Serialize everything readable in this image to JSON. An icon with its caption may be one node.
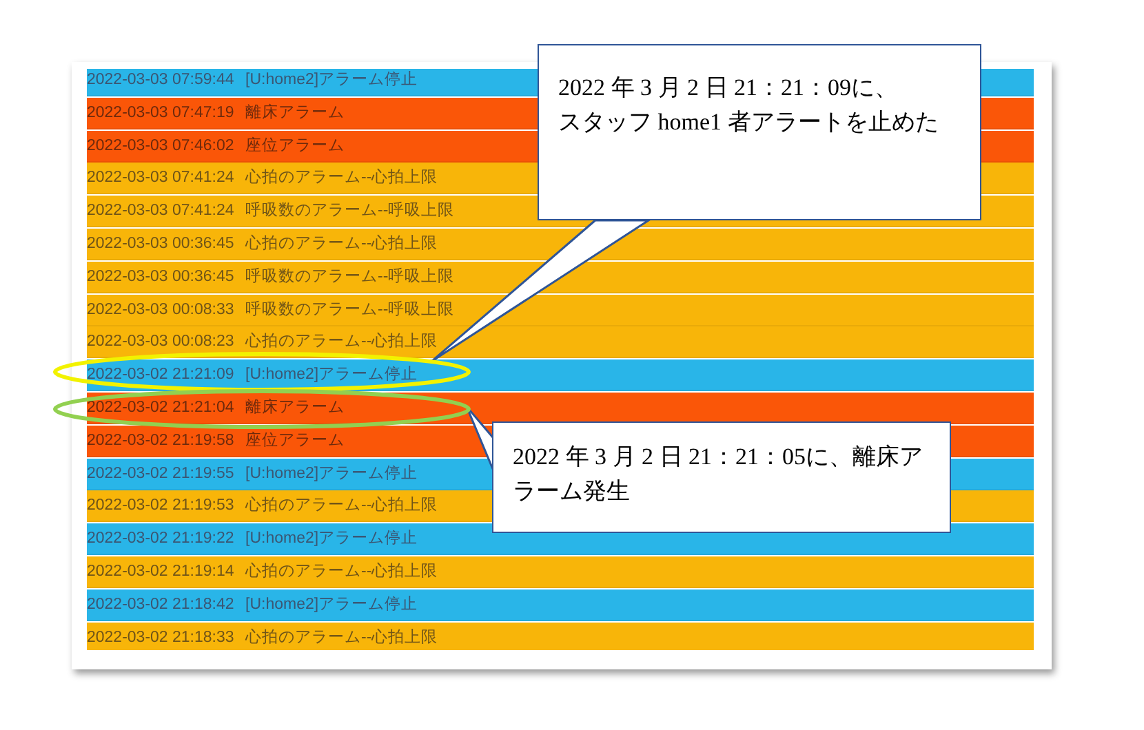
{
  "diagram": {
    "nodes": [
      {
        "text": [
          "2022 年 3 月 2 日 21：21：09に、",
          "スタッフ home1 者アラートを止めた"
        ]
      },
      {
        "text": [],
        "shape": "ellipse"
      },
      {
        "text": [],
        "shape": "ellipse"
      },
      {
        "text": [
          "2022 年 3 月 2 日 21：21：05に、離床アラーム発生"
        ]
      }
    ],
    "edges": [
      {
        "from": 0,
        "to": 1,
        "arrow": "none"
      },
      {
        "from": 3,
        "to": 2,
        "arrow": "none"
      }
    ],
    "labels": [
      "2022-03-03 07:59:44",
      "[U:home2]アラーム停止",
      "2022-03-03 07:47:19",
      "離床アラーム",
      "2022-03-03 07:46:02",
      "座位アラーム",
      "2022-03-03 07:41:24",
      "心拍のアラーム--心拍上限",
      "2022-03-03 07:41:24",
      "呼吸数のアラーム--呼吸上限",
      "2022-03-03 00:36:45",
      "心拍のアラーム--心拍上限",
      "2022-03-03 00:36:45",
      "呼吸数のアラーム--呼吸上限",
      "2022-03-03 00:08:33",
      "呼吸数のアラーム--呼吸上限",
      "2022-03-03 00:08:23",
      "心拍のアラーム--心拍上限",
      "2022-03-02 21:21:09",
      "[U:home2]アラーム停止",
      "2022-03-02 21:21:04",
      "離床アラーム",
      "2022-03-02 21:19:58",
      "座位アラーム",
      "2022-03-02 21:19:55",
      "[U:home2]アラーム停止",
      "2022-03-02 21:19:53",
      "心拍のアラーム--心拍上限",
      "2022-03-02 21:19:22",
      "[U:home2]アラーム停止",
      "2022-03-02 21:19:14",
      "心拍のアラーム--心拍上限",
      "2022-03-02 21:18:42",
      "[U:home2]アラーム停止",
      "2022-03-02 21:18:33",
      "心拍のアラーム--心拍上限"
    ]
  }
}
